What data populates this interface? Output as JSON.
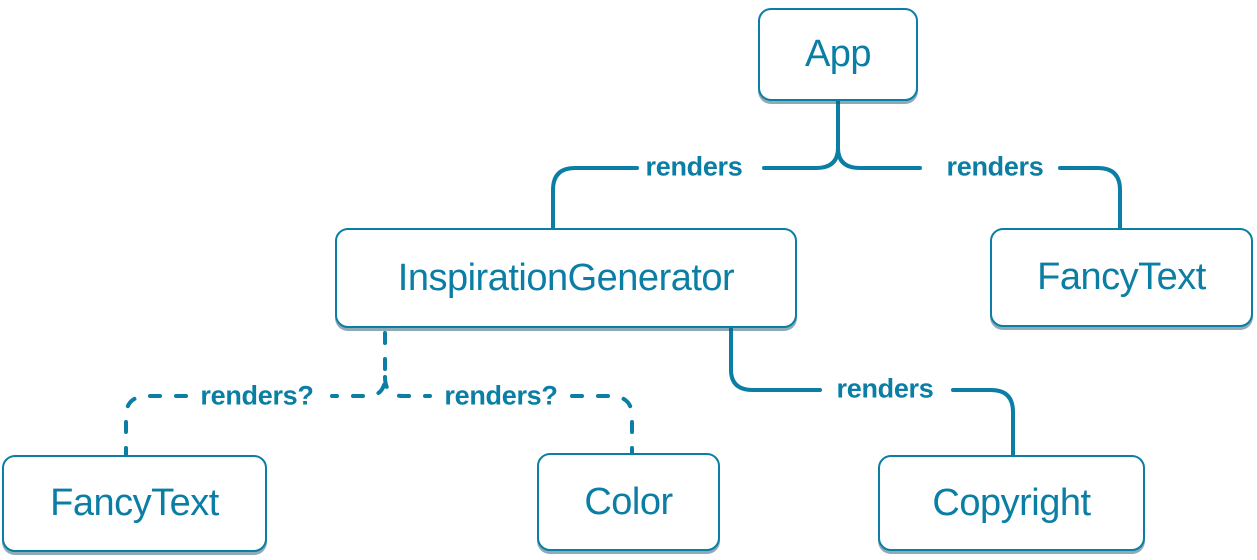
{
  "diagram": {
    "type": "component-tree",
    "colors": {
      "accent": "#0a7ea4",
      "node_background": "#ffffff",
      "node_shadow": "rgba(30,85,110,0.5)"
    },
    "nodes": [
      {
        "label": "App"
      },
      {
        "label": "InspirationGenerator"
      },
      {
        "label": "FancyText"
      },
      {
        "label": "FancyText"
      },
      {
        "label": "Color"
      },
      {
        "label": "Copyright"
      }
    ],
    "edges": [
      {
        "from": "App",
        "to": "InspirationGenerator",
        "label": "renders",
        "style": "solid"
      },
      {
        "from": "App",
        "to": "FancyText",
        "label": "renders",
        "style": "solid"
      },
      {
        "from": "InspirationGenerator",
        "to": "FancyText",
        "label": "renders?",
        "style": "dashed"
      },
      {
        "from": "InspirationGenerator",
        "to": "Color",
        "label": "renders?",
        "style": "dashed"
      },
      {
        "from": "InspirationGenerator",
        "to": "Copyright",
        "label": "renders",
        "style": "solid"
      }
    ]
  }
}
